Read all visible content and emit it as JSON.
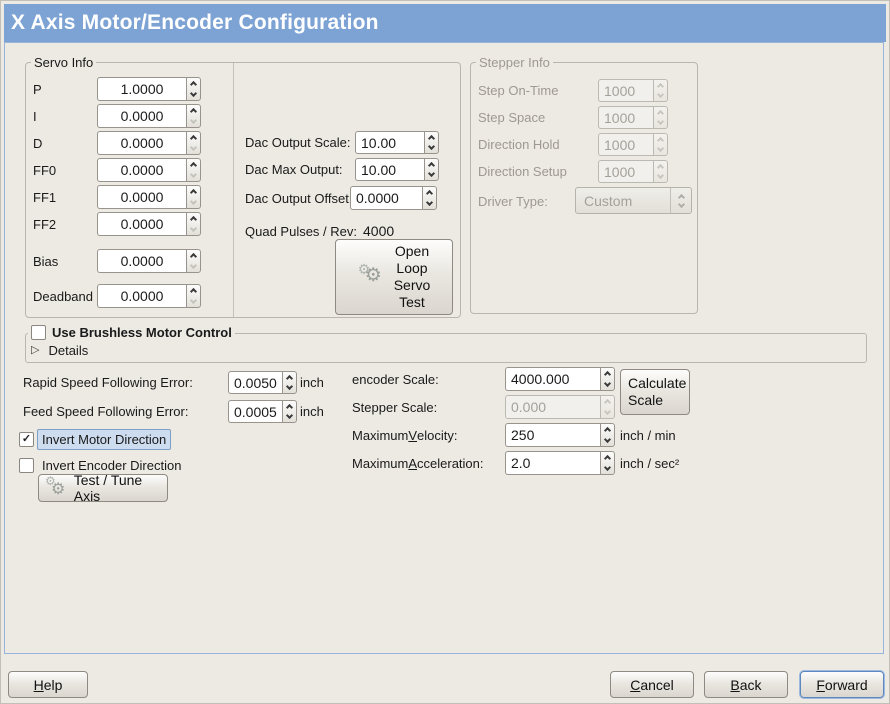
{
  "window": {
    "title": "X Axis Motor/Encoder Configuration"
  },
  "colors": {
    "titlebar": "#7da3d4",
    "selection_highlight": "#cddcee",
    "content_border": "#98b4da"
  },
  "icons": {
    "gear": "⚙",
    "expander_collapsed": "▷",
    "check": "✓"
  },
  "servo": {
    "title": "Servo Info",
    "rows": [
      {
        "label": "P",
        "value": "1.0000"
      },
      {
        "label": "I",
        "value": "0.0000"
      },
      {
        "label": "D",
        "value": "0.0000"
      },
      {
        "label": "FF0",
        "value": "0.0000"
      },
      {
        "label": "FF1",
        "value": "0.0000"
      },
      {
        "label": "FF2",
        "value": "0.0000"
      },
      {
        "label": "Bias",
        "value": "0.0000"
      },
      {
        "label": "Deadband",
        "value": "0.0000"
      }
    ]
  },
  "dac": {
    "rows": [
      {
        "label": "Dac Output Scale:",
        "value": "10.00"
      },
      {
        "label": "Dac Max Output:",
        "value": "10.00"
      },
      {
        "label": "Dac Output Offset:",
        "value": "0.0000"
      }
    ],
    "quad_label": "Quad Pulses / Rev:",
    "quad_value": "4000",
    "open_loop_button": "Open\nLoop\nServo\nTest"
  },
  "stepper": {
    "title": "Stepper Info",
    "rows": [
      {
        "label": "Step On-Time",
        "value": "1000"
      },
      {
        "label": "Step Space",
        "value": "1000"
      },
      {
        "label": "Direction Hold",
        "value": "1000"
      },
      {
        "label": "Direction Setup",
        "value": "1000"
      }
    ],
    "driver_label": "Driver Type:",
    "driver_value": "Custom"
  },
  "brushless": {
    "checkbox_label": "Use Brushless Motor Control",
    "details_label": "Details"
  },
  "following_error": {
    "rapid_label": "Rapid Speed Following Error:",
    "rapid_value": "0.0050",
    "rapid_unit": "inch",
    "feed_label": "Feed Speed Following Error:",
    "feed_value": "0.0005",
    "feed_unit": "inch"
  },
  "scales": {
    "encoder_label": "encoder Scale:",
    "encoder_value": "4000.000",
    "stepper_label": "Stepper Scale:",
    "stepper_value": "0.000",
    "calculate_button": "Calculate\nScale",
    "velocity_label": {
      "pre": "Maximum ",
      "u": "V",
      "post": "elocity:"
    },
    "velocity_value": "250",
    "velocity_unit": "inch / min",
    "accel_label": {
      "pre": "Maximum ",
      "u": "A",
      "post": "cceleration:"
    },
    "accel_value": "2.0",
    "accel_unit": "inch / sec²"
  },
  "direction": {
    "invert_motor_label": "Invert Motor Direction",
    "invert_encoder_label": "Invert Encoder Direction",
    "test_tune_button": "Test / Tune Axis"
  },
  "footer": {
    "help": {
      "pre": "",
      "u": "H",
      "post": "elp"
    },
    "cancel": {
      "pre": "",
      "u": "C",
      "post": "ancel"
    },
    "back": {
      "pre": "",
      "u": "B",
      "post": "ack"
    },
    "forward": {
      "pre": "",
      "u": "F",
      "post": "orward"
    }
  }
}
